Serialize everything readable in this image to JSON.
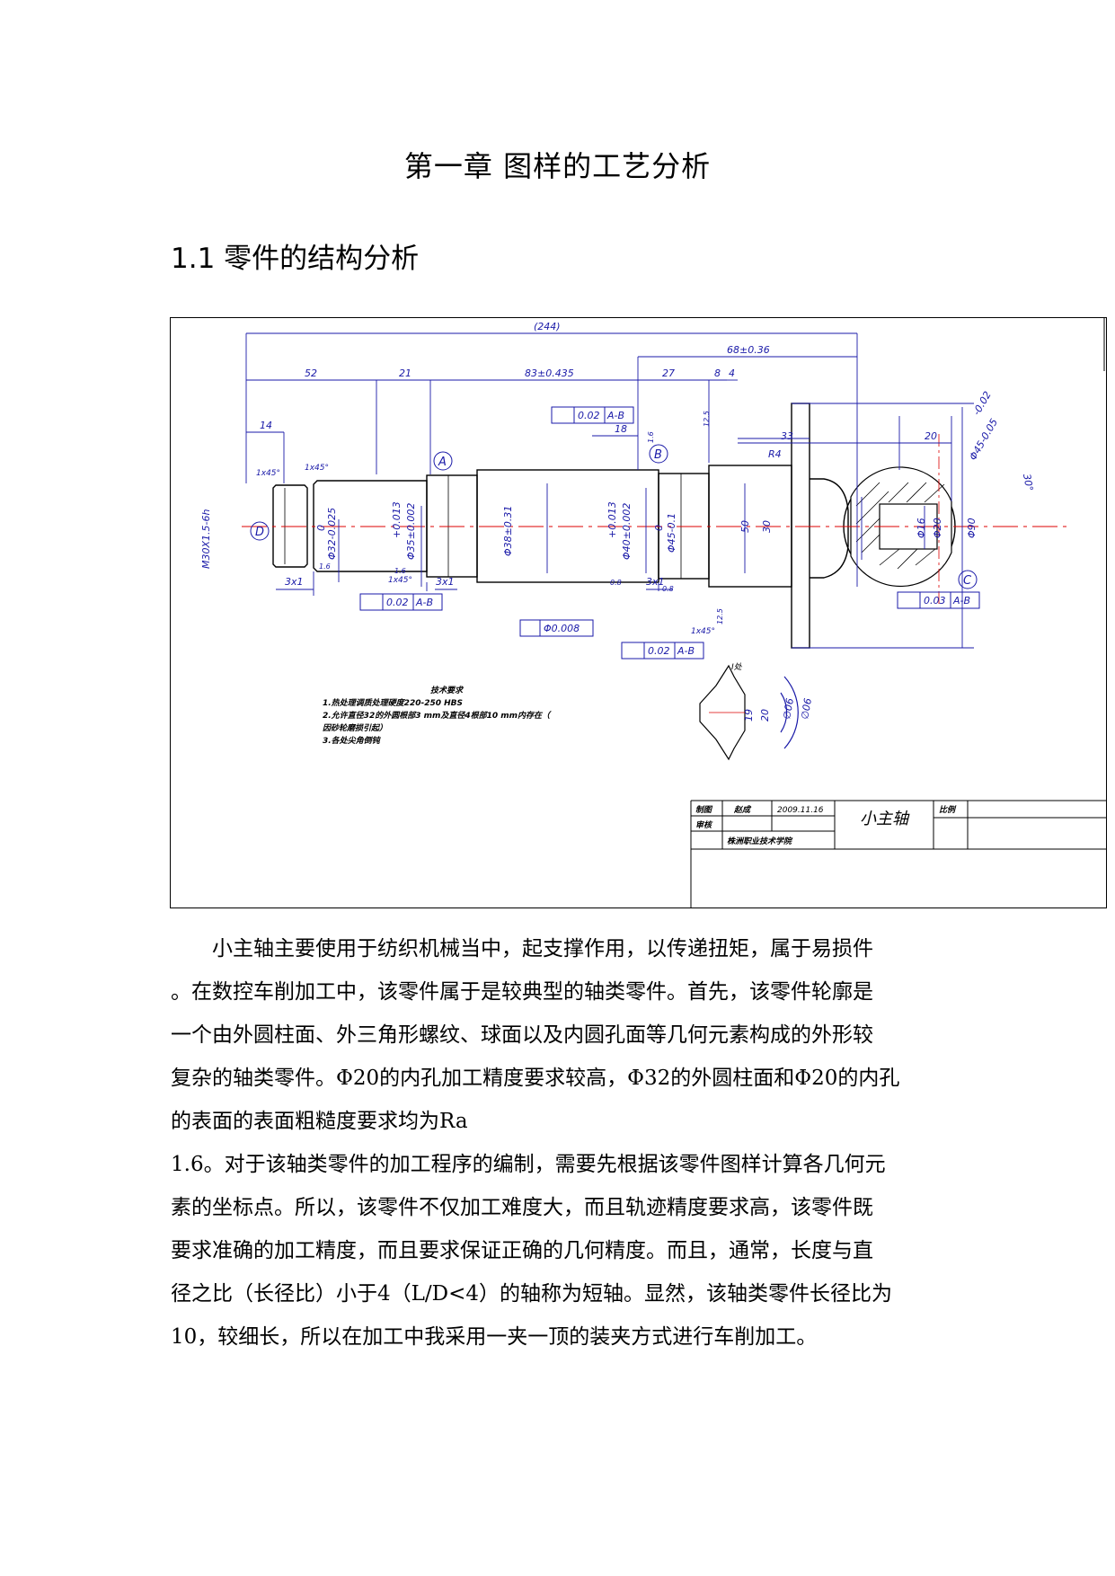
{
  "chapter_title": "第一章 图样的工艺分析",
  "section_title": "1.1  零件的结构分析",
  "drawing": {
    "dims": {
      "overall": "(244)",
      "d52": "52",
      "d21": "21",
      "d83": "83±0.435",
      "d68": "68±0.36",
      "d27": "27",
      "d8": "8",
      "d4": "4",
      "d14": "14",
      "d18": "18",
      "d33": "33",
      "d20": "20",
      "thread": "M30X1.5-6h",
      "dia32": "Φ32-0.025",
      "dia32_up": "0",
      "dia35": "Φ35±0.002",
      "dia35_up": "+0.013",
      "dia38": "Φ38±0.31",
      "dia40": "Φ40±0.002",
      "dia40_up": "+0.013",
      "dia45": "Φ45-0.1",
      "dia45_up": "0",
      "dia50": "50",
      "dia30": "30",
      "dia16": "Φ16",
      "dia20": "Φ20",
      "dia90": "Φ90",
      "sphere": "Φ45-0.05",
      "sphere_up": "-0.02",
      "angle30": "30°",
      "r4": "R4",
      "chamfer1": "1x45°",
      "chamfer2": "1x45°",
      "chamfer3": "1x45°",
      "chamfer4": "1x45°",
      "groove1": "3x1",
      "groove2": "3x1",
      "groove3": "3x1",
      "ra1": "1.6",
      "ra2": "1.6",
      "ra3": "0.8",
      "ra4": "0.8",
      "ra5": "12.5",
      "ra6": "12.5",
      "ra7": "1.6",
      "label_a": "A",
      "label_b": "B",
      "label_c": "C",
      "label_d": "D"
    },
    "tolerances": {
      "tol1": {
        "value": "0.02",
        "ref": "A-B"
      },
      "tol2": {
        "value": "0.02",
        "ref": "A-B"
      },
      "tol3": {
        "value": "Φ0.008"
      },
      "tol4": {
        "value": "0.02",
        "ref": "A-B"
      },
      "tol5": {
        "value": "0.03",
        "ref": "A-B"
      }
    },
    "tech_requirements": {
      "title": "技术要求",
      "line1": "1.热处理调质处理硬度220-250 HBS",
      "line2": "2.允许直径32的外圆根部3 mm及直径4根部10 mm内存在（",
      "line3": "因砂轮磨损引起）",
      "line4": "3.各处尖角倒钝"
    },
    "detail": {
      "label": "I处",
      "d19": "19",
      "d20": "20",
      "d06a": "∅06",
      "d06b": "∅06"
    },
    "title_block": {
      "drawn": "制图",
      "drawer": "赵成",
      "date": "2009.11.16",
      "part_name": "小主轴",
      "scale": "比例",
      "reviewed": "审核",
      "school": "株洲职业技术学院"
    }
  },
  "paragraph_lines": [
    "小主轴主要使用于纺织机械当中，起支撑作用，以传递扭矩，属于易损件",
    "。在数控车削加工中，该零件属于是较典型的轴类零件。首先，该零件轮廓是",
    "一个由外圆柱面、外三角形螺纹、球面以及内圆孔面等几何元素构成的外形较",
    "复杂的轴类零件。Φ20的内孔加工精度要求较高，Φ32的外圆柱面和Φ20的内孔",
    "的表面的表面粗糙度要求均为Ra",
    "1.6。对于该轴类零件的加工程序的编制，需要先根据该零件图样计算各几何元",
    "素的坐标点。所以，该零件不仅加工难度大，而且轨迹精度要求高，该零件既",
    "要求准确的加工精度，而且要求保证正确的几何精度。而且，通常，长度与直",
    "径之比（长径比）小于4（L/D<4）的轴称为短轴。显然，该轴类零件长径比为",
    "10，较细长，所以在加工中我采用一夹一顶的装夹方式进行车削加工。"
  ]
}
